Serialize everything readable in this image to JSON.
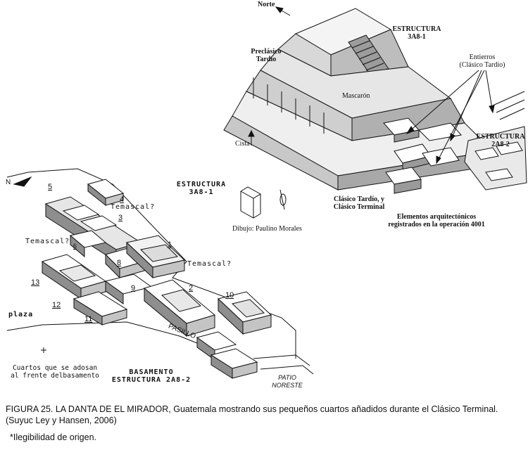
{
  "upper": {
    "north": "Norte",
    "estructura_title": "ESTRUCTURA",
    "estructura_code": "3A8-1",
    "preclasico_1": "Preclásico",
    "preclasico_2": "Tardío",
    "entierros_1": "Entierros",
    "entierros_2": "(Clásico Tardío)",
    "mascaron": "Mascarón",
    "cista": "Cista",
    "estructura2_title": "ESTRUCTURA",
    "estructura2_code": "2A8-2",
    "clasico_1": "Clásico Tardío, y",
    "clasico_2": "Clásico Terminal",
    "elementos_1": "Elementos arquitectónicos",
    "elementos_2": "registrados en la operación 4001"
  },
  "lower": {
    "north": "N",
    "estructura_title": "ESTRUCTURA",
    "estructura_code": "3A8-1",
    "dibujo": "Dibujo: Paulino Morales",
    "temascal_a": "Temascal?",
    "temascal_b": "Temascal?",
    "temascal_c": "Temascal?",
    "plaza": "plaza",
    "pasillo": "PASILLO",
    "patio_1": "PATIO",
    "patio_2": "NORESTE",
    "cuartos_1": "Cuartos que se adosan",
    "cuartos_2": "al frente delbasamento",
    "basamento_1": "BASAMENTO",
    "basamento_2": "ESTRUCTURA 2A8-2",
    "rooms": [
      "1",
      "2",
      "3",
      "4",
      "5",
      "6",
      "8",
      "9",
      "10",
      "11",
      "12",
      "13"
    ]
  },
  "caption": "FIGURA 25. LA DANTA DE EL MIRADOR, Guatemala mostrando sus pequeños cuartos añadidos durante el Clásico Terminal. (Suyuc Ley y Hansen, 2006)",
  "note": "*Ilegibilidad de origen."
}
